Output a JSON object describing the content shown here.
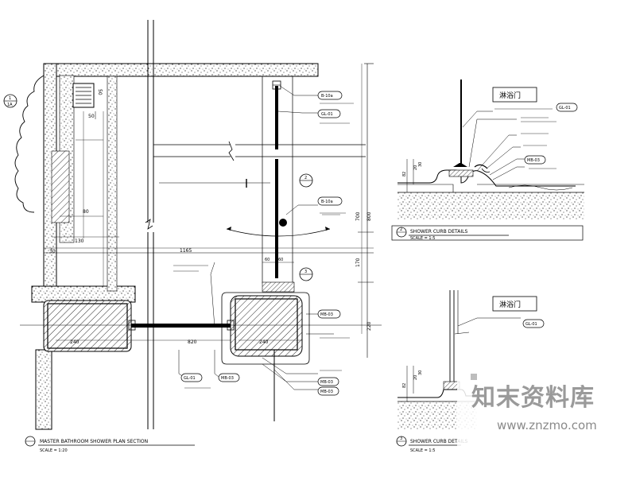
{
  "plan": {
    "title": "MASTER BATHROOM SHOWER PLAN SECTION",
    "scale": "SCALE = 1:20",
    "dims": {
      "d50a": "50",
      "d50b": "50",
      "d80": "80",
      "d130": "130",
      "d30": "30",
      "d1165": "1165",
      "d60a": "60",
      "d60b": "60",
      "d240a": "240",
      "d240b": "240",
      "d820": "820",
      "d700": "700",
      "d800": "800",
      "d170": "170",
      "d220": "220"
    },
    "callouts": {
      "c1": "1",
      "c1b": "1A",
      "c2": "2",
      "c3": "3"
    },
    "tags": {
      "b10a": "B-10a",
      "gl01a": "GL-01",
      "b10b": "B-10a",
      "mb03a": "MB-03",
      "gl01b": "GL-01",
      "mb03b": "MB-03",
      "mb03c": "MB-03",
      "mb03d": "MB-03"
    }
  },
  "detail_top": {
    "chinese_label": "淋浴门",
    "title": "SHOWER CURB DETAILS",
    "scale": "SCALE = 1:5",
    "callout": "2",
    "tags": {
      "gl01": "GL-01",
      "mb03": "MB-03"
    },
    "dims": {
      "d82": "82",
      "d20a": "20",
      "d30": "30"
    }
  },
  "detail_bottom": {
    "chinese_label": "淋浴门",
    "title": "SHOWER CURB DETAILS",
    "scale": "SCALE = 1:5",
    "callout": "3",
    "tags": {
      "gl01": "GL-01"
    },
    "dims": {
      "d82": "82",
      "d20a": "20",
      "d30": "30"
    }
  },
  "watermark": {
    "brand": "知末资料库",
    "url": "www.znzmo.com"
  }
}
